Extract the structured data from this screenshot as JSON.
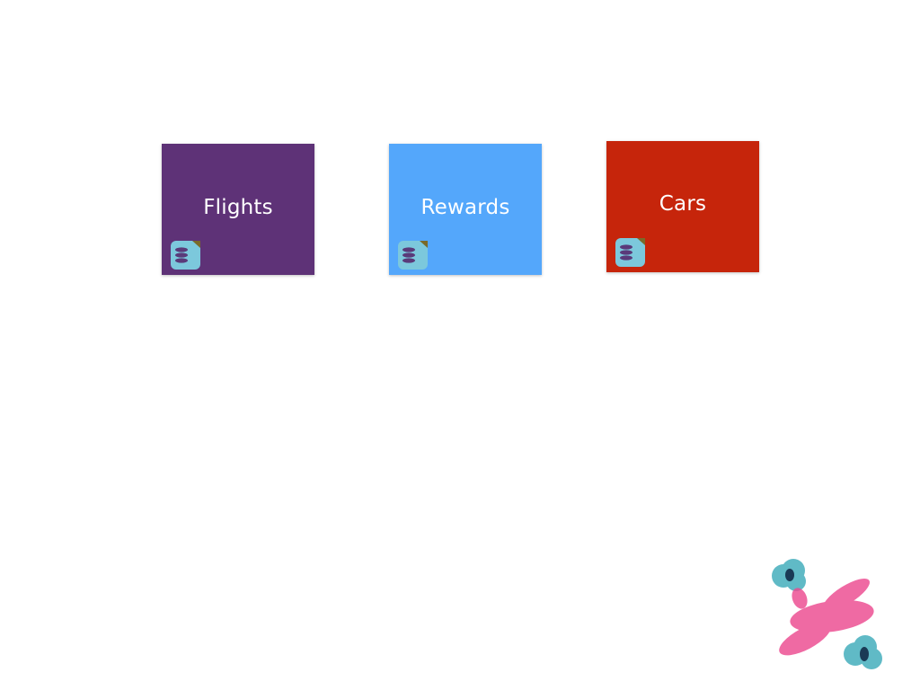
{
  "tiles": [
    {
      "label": "Flights",
      "color": "#5e3277",
      "icon": "database-icon"
    },
    {
      "label": "Rewards",
      "color": "#54a7fb",
      "icon": "database-icon"
    },
    {
      "label": "Cars",
      "color": "#c6250b",
      "icon": "database-icon"
    }
  ],
  "decoration": {
    "icon": "airplane-mascot-icon",
    "plane_color": "#ec4a90",
    "propeller_color": "#39a9b9"
  }
}
